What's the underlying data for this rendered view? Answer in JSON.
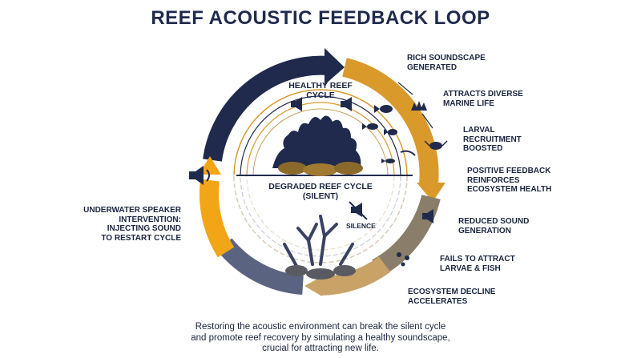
{
  "title": "REEF ACOUSTIC FEEDBACK LOOP",
  "inner": {
    "healthy_label": [
      "HEALTHY REEF",
      "CYCLE"
    ],
    "degraded_label": [
      "DEGRADED REEF CYCLE",
      "(SILENT)"
    ],
    "silence_label": "SILENCE"
  },
  "steps": [
    {
      "id": "rich-soundscape",
      "lines": [
        "RICH SOUNDSCAPE",
        "GENERATED"
      ]
    },
    {
      "id": "attracts-marine-life",
      "lines": [
        "ATTRACTS DIVERSE",
        "MARINE LIFE"
      ]
    },
    {
      "id": "larval-recruitment",
      "lines": [
        "LARVAL",
        "RECRUITMENT",
        "BOOSTED"
      ]
    },
    {
      "id": "positive-feedback",
      "lines": [
        "POSITIVE FEEDBACK",
        "REINFORCES",
        "ECOSYSTEM HEALTH"
      ]
    },
    {
      "id": "reduced-sound",
      "lines": [
        "REDUCED SOUND",
        "GENERATION"
      ]
    },
    {
      "id": "fails-to-attract",
      "lines": [
        "FAILS TO ATTRACT",
        "LARVAE & FISH"
      ]
    },
    {
      "id": "ecosystem-decline",
      "lines": [
        "ECOSYSTEM DECLINE",
        "ACCELERATES"
      ]
    }
  ],
  "intervention": {
    "lines": [
      "UNDERWATER SPEAKER",
      "INTERVENTION:",
      "INJECTING SOUND",
      "TO RESTART CYCLE"
    ]
  },
  "caption": [
    "Restoring the acoustic environment can break the silent cycle",
    "and promote reef recovery by simulating a healthy soundscape,",
    "crucial for attracting new life."
  ],
  "colors": {
    "navy": "#1f2a4d",
    "gold": "#d99a2b",
    "sand": "#c9a267",
    "taupe": "#8a7e6a",
    "slate": "#5a6480",
    "orange": "#f2a516"
  }
}
